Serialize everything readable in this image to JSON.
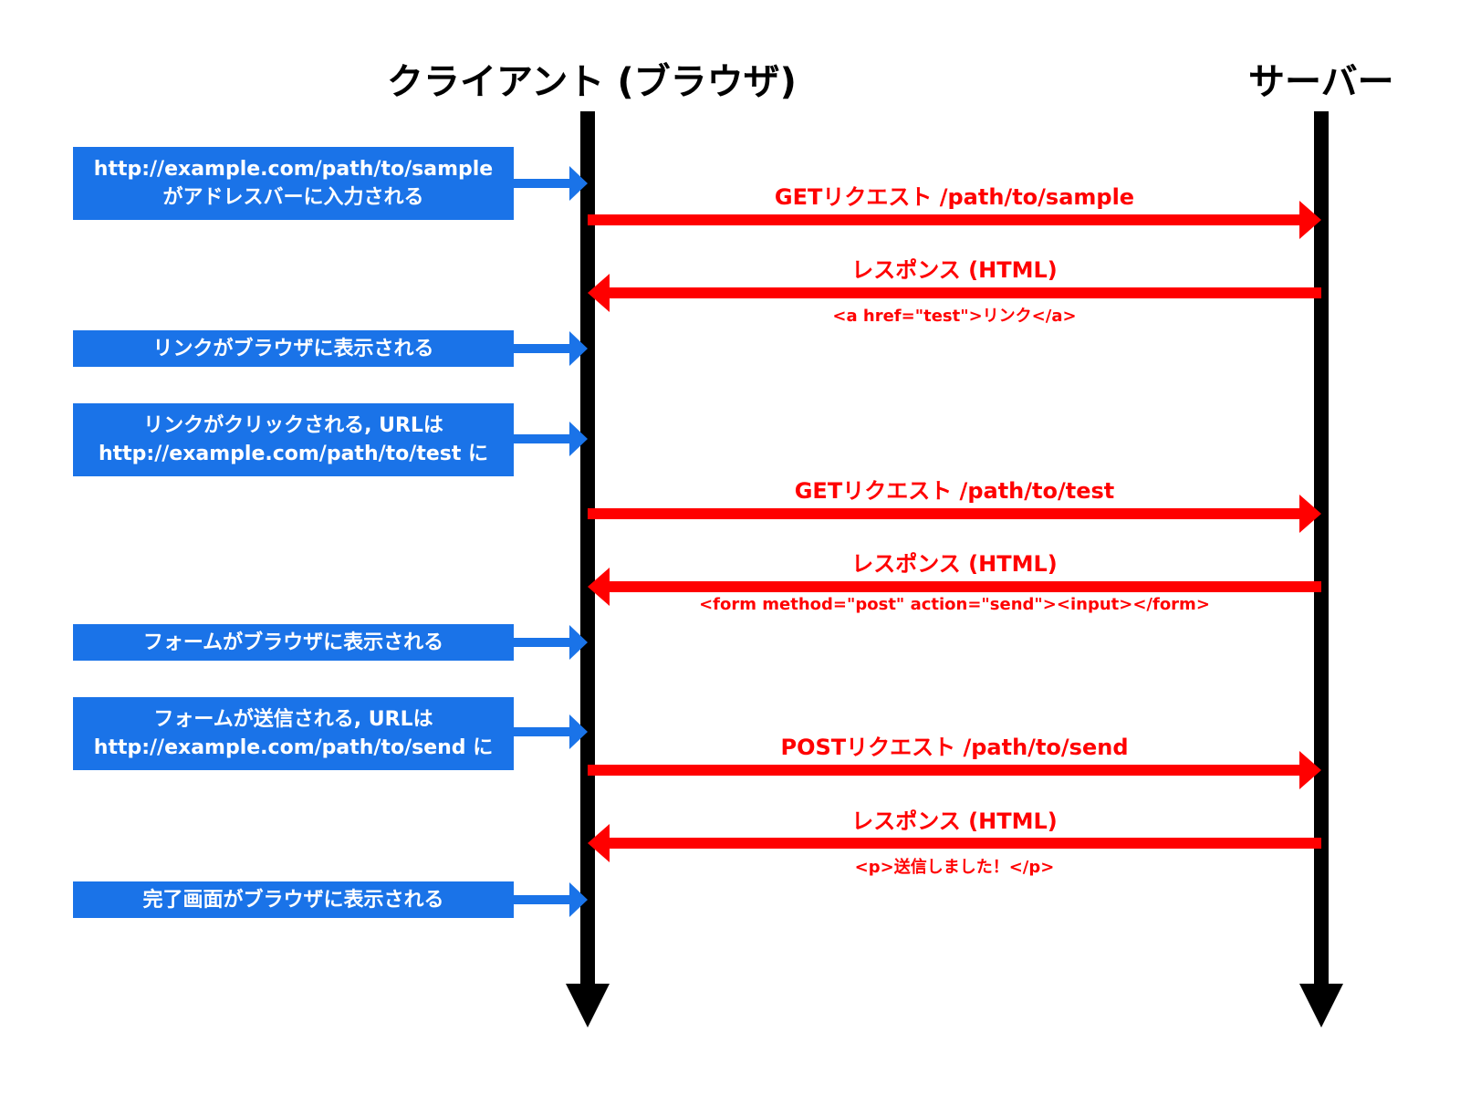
{
  "lifelines": {
    "client_label": "クライアント (ブラウザ)",
    "server_label": "サーバー"
  },
  "events": [
    {
      "lines": [
        "http://example.com/path/to/sample",
        "がアドレスバーに入力される"
      ]
    },
    {
      "lines": [
        "リンクがブラウザに表示される"
      ]
    },
    {
      "lines": [
        "リンクがクリックされる, URLは",
        "http://example.com/path/to/test に"
      ]
    },
    {
      "lines": [
        "フォームがブラウザに表示される"
      ]
    },
    {
      "lines": [
        "フォームが送信される, URLは",
        "http://example.com/path/to/send に"
      ]
    },
    {
      "lines": [
        "完了画面がブラウザに表示される"
      ]
    }
  ],
  "messages": [
    {
      "direction": "client-to-server",
      "label": "GETリクエスト /path/to/sample",
      "sublabel": ""
    },
    {
      "direction": "server-to-client",
      "label": "レスポンス (HTML)",
      "sublabel": "<a href=\"test\">リンク</a>"
    },
    {
      "direction": "client-to-server",
      "label": "GETリクエスト /path/to/test",
      "sublabel": ""
    },
    {
      "direction": "server-to-client",
      "label": "レスポンス (HTML)",
      "sublabel": "<form method=\"post\" action=\"send\"><input></form>"
    },
    {
      "direction": "client-to-server",
      "label": "POSTリクエスト /path/to/send",
      "sublabel": ""
    },
    {
      "direction": "server-to-client",
      "label": "レスポンス (HTML)",
      "sublabel": "<p>送信しました！</p>"
    }
  ],
  "colors": {
    "event_box": "#1a73e8",
    "message": "#ff0000",
    "lifeline": "#000000"
  }
}
